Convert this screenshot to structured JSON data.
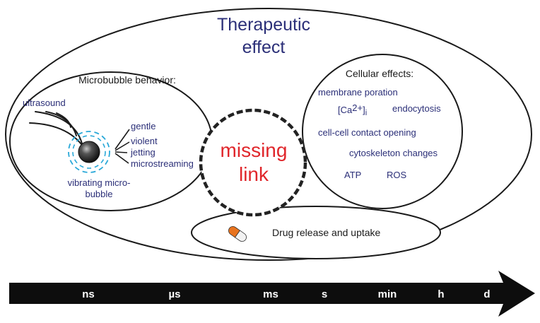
{
  "title": {
    "line1": "Therapeutic",
    "line2": "effect"
  },
  "microbubble": {
    "heading": "Microbubble behavior:",
    "ultrasound": "ultrasound",
    "behaviors": [
      "gentle",
      "violent",
      "jetting",
      "microstreaming"
    ],
    "caption_line1": "vibrating micro-",
    "caption_line2": "bubble"
  },
  "cellular": {
    "heading": "Cellular effects:",
    "membrane": "membrane poration",
    "calcium_open": "[Ca",
    "calcium_sup": "2+",
    "calcium_close": "]",
    "calcium_sub": "i",
    "endocytosis": "endocytosis",
    "contact": "cell-cell contact opening",
    "cytoskeleton": "cytoskeleton changes",
    "atp": "ATP",
    "ros": "ROS"
  },
  "missing": {
    "line1": "missing",
    "line2": "link"
  },
  "drug": {
    "label": "Drug release and uptake"
  },
  "timeline": {
    "ticks": [
      "ns",
      "µs",
      "ms",
      "s",
      "min",
      "h",
      "d"
    ]
  },
  "colors": {
    "text_navy": "#2b2f78",
    "missing_red": "#e0262b",
    "outline": "#1a1a1a",
    "wave_cyan": "#29a8d8",
    "capsule_orange": "#e8731e",
    "arrow": "#0d0d0d"
  }
}
